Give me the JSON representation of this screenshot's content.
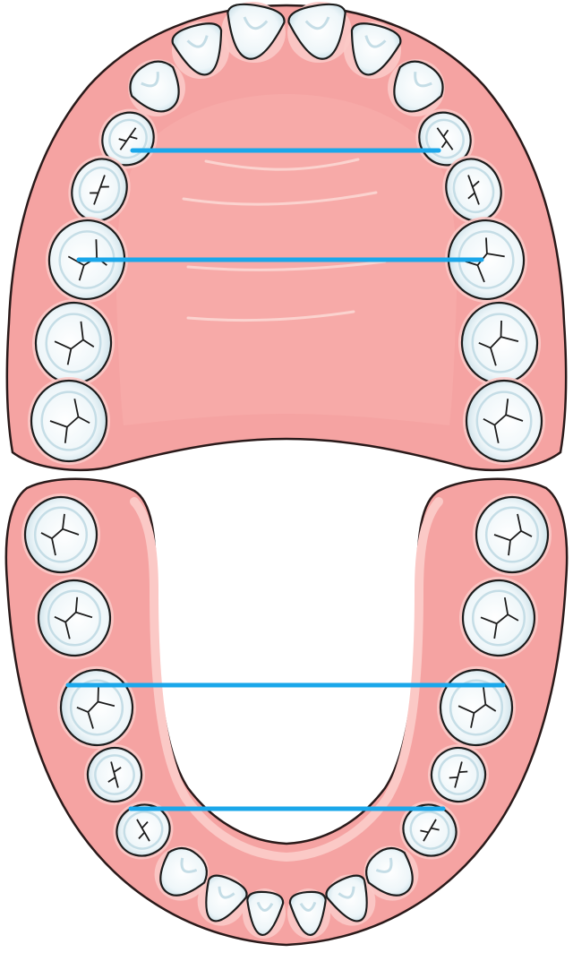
{
  "diagram": {
    "subject": "upper-and-lower-dental-arches",
    "colors": {
      "gum": "#f5a3a2",
      "gum_light": "#fbc9c6",
      "gum_outline": "#2a1a1a",
      "palate_line": "#f7d0cc",
      "tooth_fill": "#f4fafc",
      "tooth_shade": "#c5dde6",
      "tooth_outline": "#1c1c1c",
      "measure_line": "#1aa7ea"
    },
    "upper_arch": {
      "teeth_per_side": 8,
      "measurement_lines": 2
    },
    "lower_arch": {
      "teeth_per_side": 8,
      "measurement_lines": 2
    }
  }
}
